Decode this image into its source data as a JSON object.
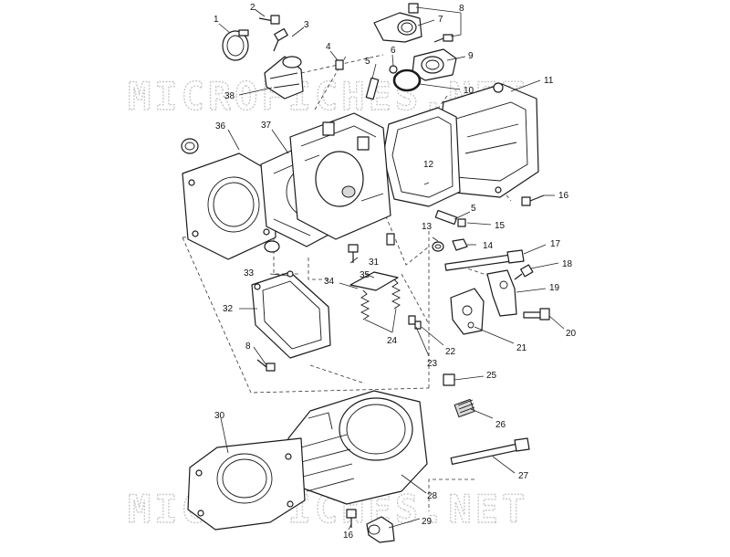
{
  "watermark": {
    "top_text": "MICROFICHES.NET",
    "bottom_text": "MICROFICHES.NET"
  },
  "callouts": [
    "1",
    "2",
    "3",
    "4",
    "5",
    "6",
    "7",
    "8",
    "9",
    "10",
    "11",
    "12",
    "13",
    "14",
    "15",
    "16",
    "17",
    "18",
    "19",
    "20",
    "21",
    "22",
    "23",
    "24",
    "25",
    "26",
    "27",
    "28",
    "29",
    "30",
    "31",
    "32",
    "33",
    "34",
    "35",
    "36",
    "37",
    "38",
    "5",
    "8",
    "16"
  ]
}
